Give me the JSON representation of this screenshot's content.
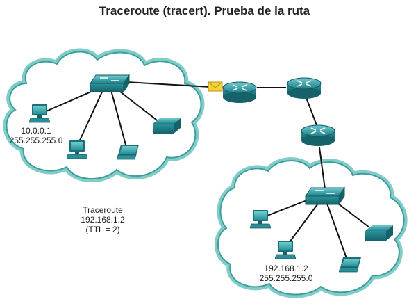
{
  "title": "Traceroute (tracert). Prueba de la ruta",
  "left_network": {
    "pc_ip": "10.0.0.1",
    "pc_mask": "255.255.255.0"
  },
  "traceroute_note": {
    "line1": "Traceroute",
    "line2": "192.168.1.2",
    "line3": "(TTL = 2)"
  },
  "right_network": {
    "pc_ip": "192.168.1.2",
    "pc_mask": "255.255.255.0"
  },
  "colors": {
    "cloud_edge": "#4fb3b0",
    "device_teal": "#2a8f96",
    "packet": "#f1c40f"
  }
}
